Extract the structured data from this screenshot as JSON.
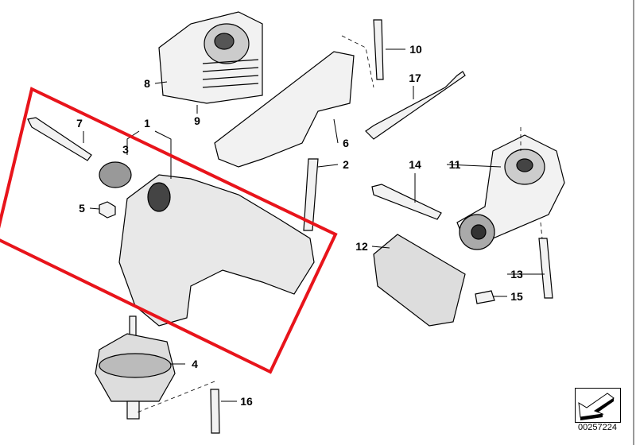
{
  "diagram": {
    "callouts": [
      "1",
      "2",
      "3",
      "4",
      "5",
      "6",
      "7",
      "8",
      "9",
      "10",
      "11",
      "12",
      "13",
      "14",
      "15",
      "16",
      "17"
    ],
    "diagram_number": "00257224",
    "highlight_color": "#e8141b"
  }
}
